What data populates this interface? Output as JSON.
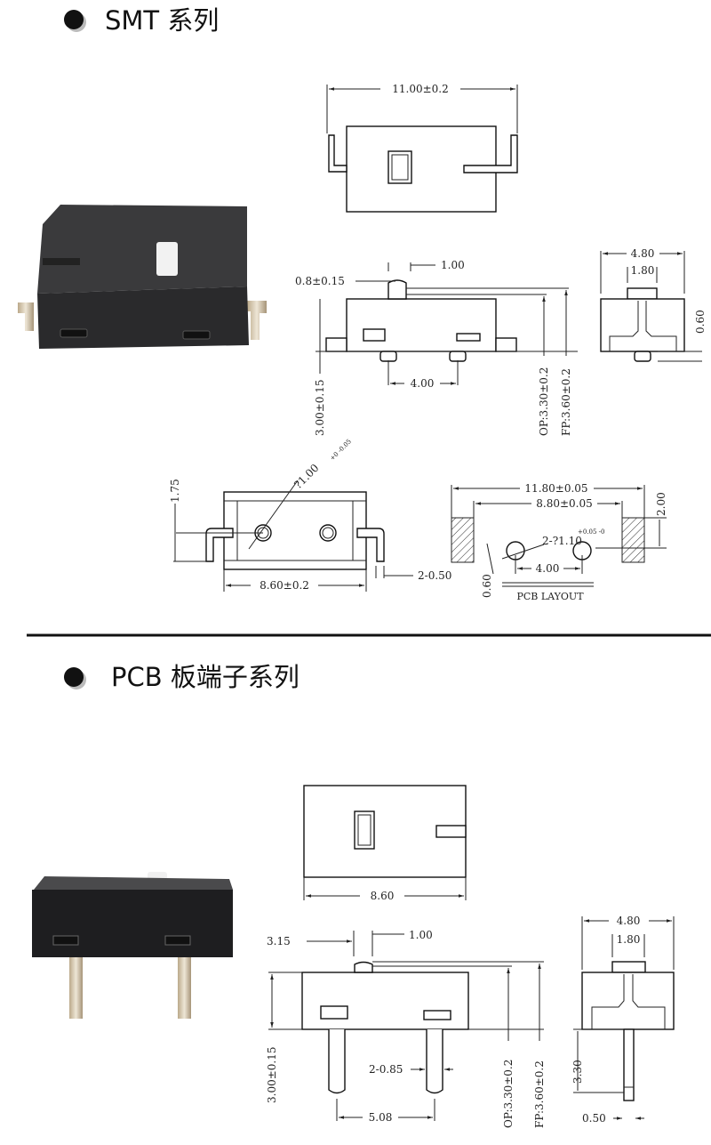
{
  "sections": [
    {
      "title": "SMT 系列",
      "dims": {
        "top_width": "11.00±0.2",
        "actuator_width": "1.00",
        "actuator_offset": "0.8±0.15",
        "body_height": "3.00±0.15",
        "pin_pitch": "4.00",
        "op": "OP:3.30±0.2",
        "fp": "FP:3.60±0.2",
        "end_width": "4.80",
        "end_button": "1.80",
        "end_peg": "0.60",
        "bottom_offset": "1.75",
        "hole_dia": "?1.00",
        "hole_tol": "+0 -0.05",
        "bottom_width": "8.60±0.2",
        "lead_width": "2-0.50",
        "pcb_outer": "11.80±0.05",
        "pcb_inner": "8.80±0.05",
        "pcb_pad_h": "2.00",
        "pcb_hole": "2-?1.10",
        "pcb_hole_tol": "+0.05 -0",
        "pcb_pitch": "4.00",
        "pcb_offset": "0.60",
        "pcb_layout_label": "PCB LAYOUT"
      }
    },
    {
      "title": "PCB 板端子系列",
      "dims": {
        "top_width": "8.60",
        "actuator_offset": "3.15",
        "actuator_width": "1.00",
        "body_height": "3.00±0.15",
        "pin_width": "2-0.85",
        "pin_pitch": "5.08",
        "op": "OP:3.30±0.2",
        "fp": "FP:3.60±0.2",
        "end_width": "4.80",
        "end_button": "1.80",
        "pin_length": "3.30",
        "pin_thickness": "0.50"
      }
    }
  ]
}
